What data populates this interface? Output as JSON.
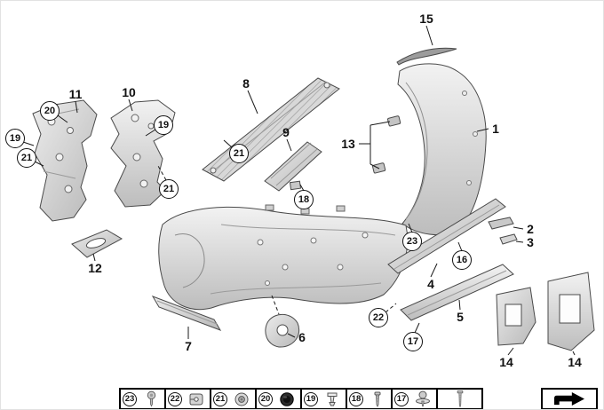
{
  "diagram": {
    "plain_callouts": [
      {
        "label": "15"
      },
      {
        "label": "1"
      },
      {
        "label": "13"
      },
      {
        "label": "8"
      },
      {
        "label": "9"
      },
      {
        "label": "11"
      },
      {
        "label": "10"
      },
      {
        "label": "12"
      },
      {
        "label": "2"
      },
      {
        "label": "3"
      },
      {
        "label": "4"
      },
      {
        "label": "5"
      },
      {
        "label": "6"
      },
      {
        "label": "7"
      },
      {
        "label": "14"
      },
      {
        "label": "14"
      }
    ],
    "circled_callouts": [
      {
        "label": "20"
      },
      {
        "label": "19"
      },
      {
        "label": "21"
      },
      {
        "label": "19"
      },
      {
        "label": "21"
      },
      {
        "label": "21"
      },
      {
        "label": "18"
      },
      {
        "label": "23"
      },
      {
        "label": "16"
      },
      {
        "label": "22"
      },
      {
        "label": "17"
      }
    ]
  },
  "legend": {
    "items": [
      {
        "label": "23",
        "icon": "torx-screw-icon"
      },
      {
        "label": "22",
        "icon": "clip-nut-icon"
      },
      {
        "label": "21",
        "icon": "grommet-nut-icon"
      },
      {
        "label": "20",
        "icon": "blind-plug-icon"
      },
      {
        "label": "19",
        "icon": "expansion-rivet-icon"
      },
      {
        "label": "18",
        "icon": "screw-icon"
      },
      {
        "label": "17",
        "icon": "washer-screw-icon"
      },
      {
        "label": "",
        "icon": "long-screw-icon"
      }
    ],
    "next": {
      "icon": "page-arrow-icon"
    }
  },
  "colors": {
    "background": "#ffffff",
    "part_fill_light": "#ececec",
    "part_fill_dark": "#b8b8b8",
    "outline": "#4a4a4a",
    "callout_text": "#111111"
  }
}
